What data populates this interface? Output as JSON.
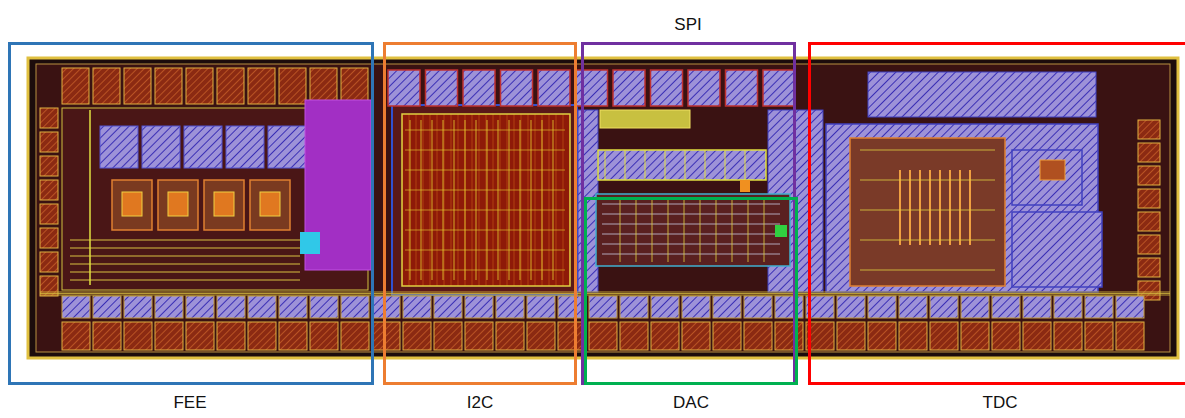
{
  "diagram": {
    "nodes": [
      {
        "text": [
          "FEE"
        ]
      },
      {
        "text": [
          "I2C"
        ]
      },
      {
        "text": [
          "SPI"
        ]
      },
      {
        "text": [
          "DAC"
        ]
      },
      {
        "text": [
          "TDC"
        ]
      }
    ]
  }
}
